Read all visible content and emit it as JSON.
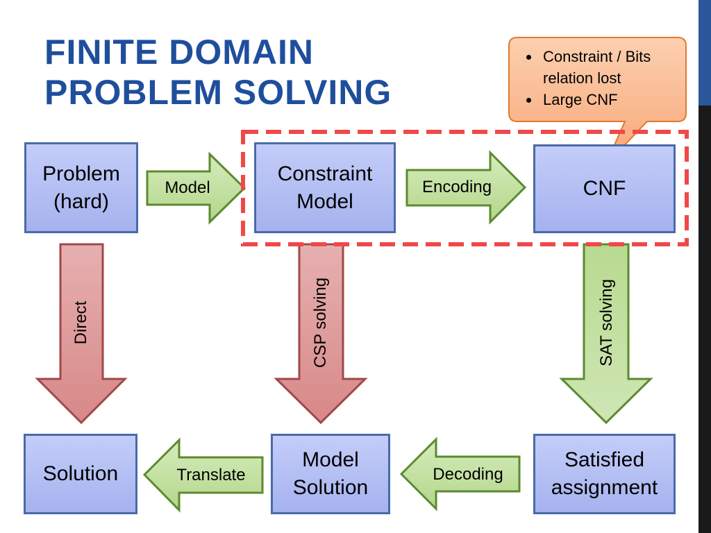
{
  "title": {
    "line1": "FINITE DOMAIN",
    "line2": "PROBLEM SOLVING"
  },
  "colors": {
    "title": "#1f4e9c",
    "box_fill": "#b3bff3",
    "box_border": "#4a6aa8",
    "green_arrow_fill": "#c3e0a0",
    "green_arrow_border": "#5c8a2f",
    "red_arrow_fill": "#df9d9d",
    "red_arrow_border": "#a04848",
    "callout_fill": "#fbb48a",
    "callout_border": "#e07a2c",
    "highlight_dash": "#f04848",
    "edge_bar": "#2b579a"
  },
  "boxes": {
    "problem": "Problem (hard)",
    "constraint_model": "Constraint Model",
    "cnf": "CNF",
    "solution": "Solution",
    "model_solution": "Model Solution",
    "satisfied_assignment": "Satisfied assignment"
  },
  "arrows": {
    "model": "Model",
    "encoding": "Encoding",
    "direct": "Direct",
    "csp_solving": "CSP solving",
    "sat_solving": "SAT solving",
    "translate": "Translate",
    "decoding": "Decoding"
  },
  "callout": {
    "items": [
      "Constraint / Bits relation lost",
      "Large CNF"
    ]
  }
}
